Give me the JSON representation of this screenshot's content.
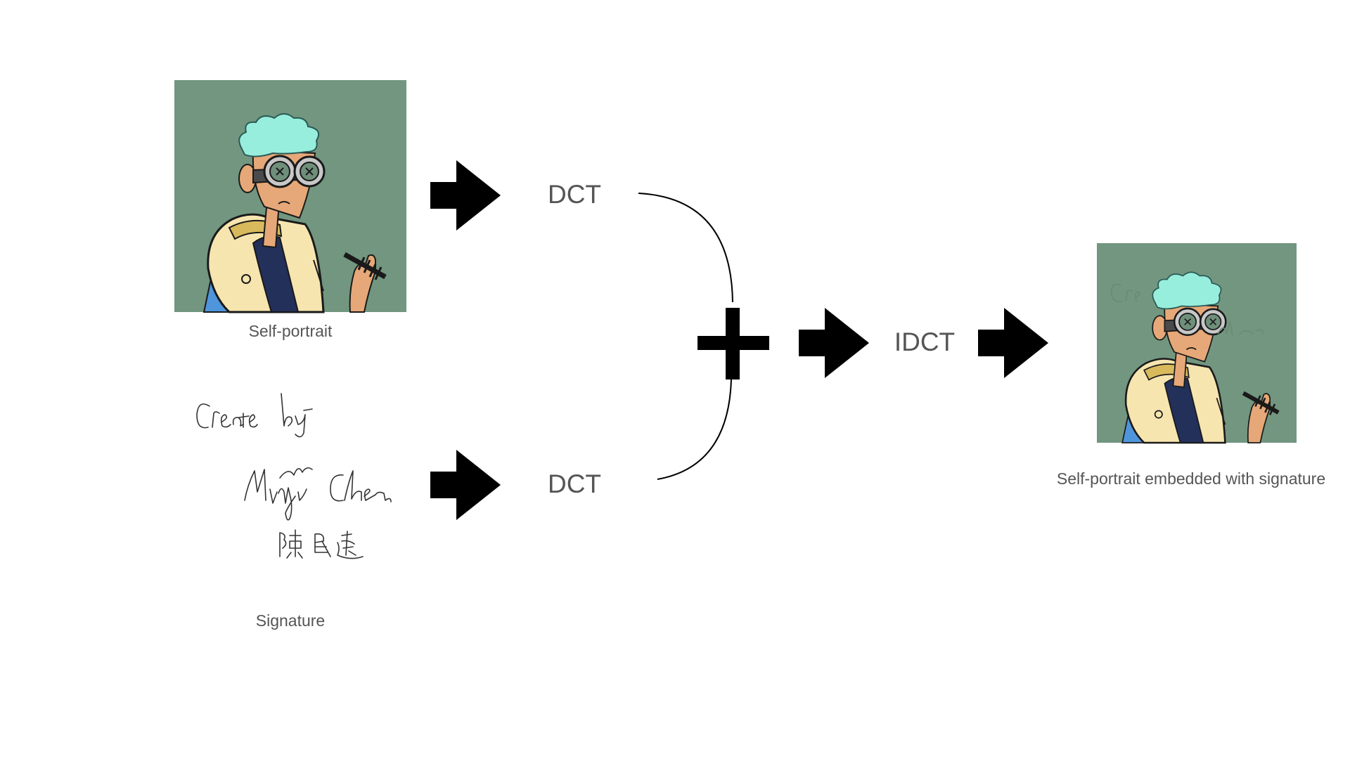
{
  "diagram": {
    "portrait_caption": "Self-portrait",
    "signature_caption": "Signature",
    "result_caption": "Self-portrait embedded with signature",
    "dct_top_label": "DCT",
    "dct_bottom_label": "DCT",
    "idct_label": "IDCT",
    "signature_text": {
      "line1": "Create by",
      "line2": "Minyi Chen",
      "line3": "陳 民 逸"
    }
  },
  "colors": {
    "portrait_background": "#72967f",
    "hair": "#98eedd",
    "skin": "#e6a878",
    "jacket": "#f7e5b0",
    "shirt": "#22305a",
    "sleeve": "#4f95dc",
    "arrow": "#000000",
    "text": "#555555"
  },
  "icons": {
    "arrows": "right-arrow-icon",
    "combine": "plus-icon"
  }
}
